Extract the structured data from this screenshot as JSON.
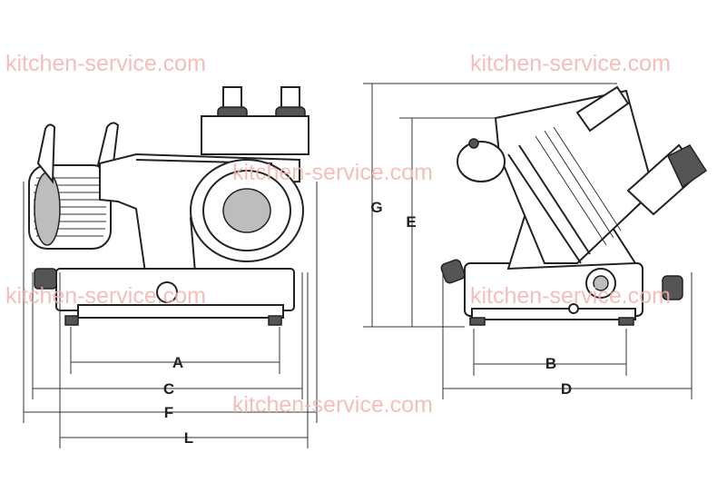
{
  "watermark": "kitchen-service.com",
  "front_view": {
    "dims": {
      "A": "A",
      "C": "C",
      "F": "F",
      "L": "L"
    }
  },
  "side_view": {
    "dims": {
      "B": "B",
      "D": "D",
      "E": "E",
      "G": "G"
    }
  }
}
